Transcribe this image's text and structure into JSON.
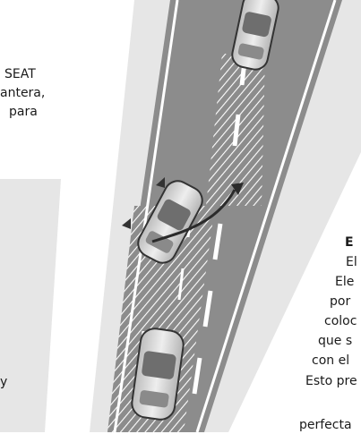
{
  "left_text": {
    "lines": [
      "SEAT",
      "antera,",
      "para"
    ]
  },
  "left_fragment": {
    "text": "y"
  },
  "right_text": {
    "lines": [
      "E",
      "El",
      "Ele",
      "por",
      "coloc",
      "que s",
      "con el",
      "Esto pre",
      "perfecta"
    ]
  },
  "colors": {
    "page_bg": "#ffffff",
    "panel_grey": "#e6e6e6",
    "road_grey": "#8c8c8c",
    "car_body": "#d8d8d8",
    "lane_mark": "#ffffff",
    "arrow": "#2b2b2b"
  },
  "illustration": {
    "subject": "lane-keeping-assistant",
    "cars": 3,
    "icons": [
      "car-icon",
      "steering-arrow-icon"
    ]
  }
}
